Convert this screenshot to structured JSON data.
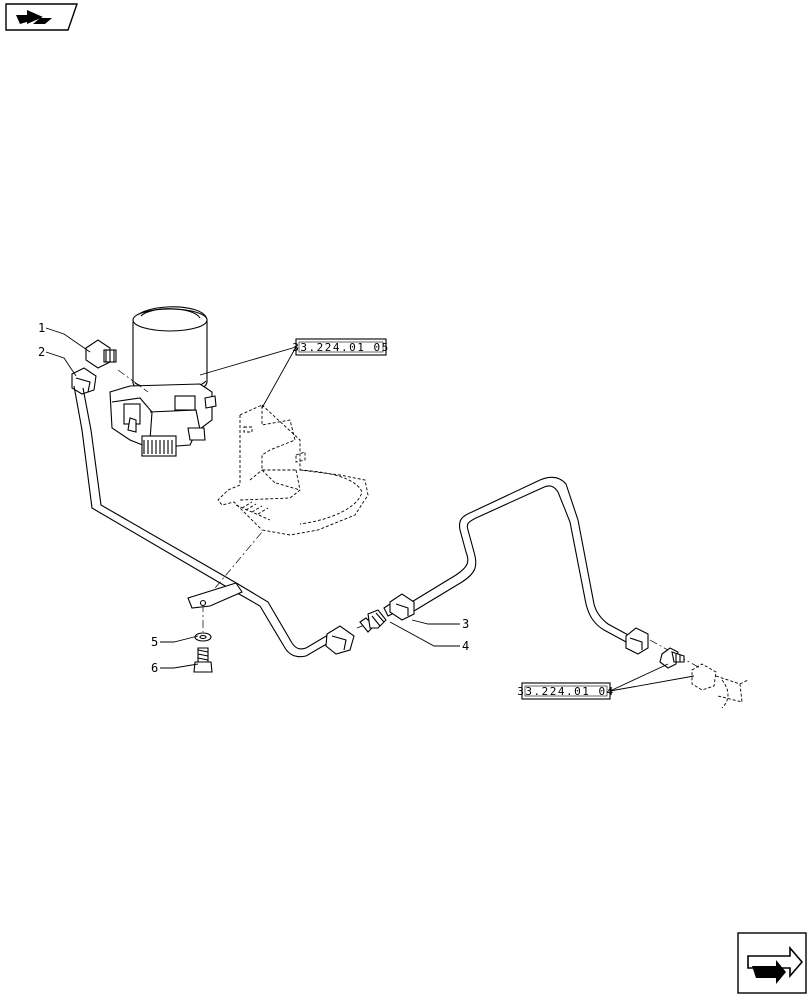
{
  "navigation": {
    "top_button_icon": "arrow-left-icon",
    "bottom_button_icon": "arrow-right-icon"
  },
  "references": {
    "upper": "33.224.01 05",
    "lower": "33.224.01 04"
  },
  "callouts": {
    "c1": "1",
    "c2": "2",
    "c3": "3",
    "c4": "4",
    "c5": "5",
    "c6": "6"
  }
}
